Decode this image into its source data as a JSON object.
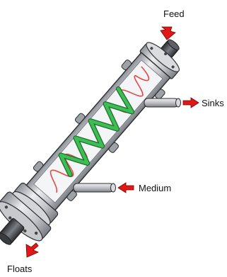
{
  "labels": {
    "feed": "Feed",
    "sinks": "Sinks",
    "medium": "Medium",
    "floats": "Floats"
  },
  "colors": {
    "arrow": "#e01818",
    "body_metal": "#c7c8cc",
    "dark_metal": "#4a4d52",
    "helix": "#2ea64a",
    "spiral": "#e84848",
    "background": "#ffffff"
  }
}
